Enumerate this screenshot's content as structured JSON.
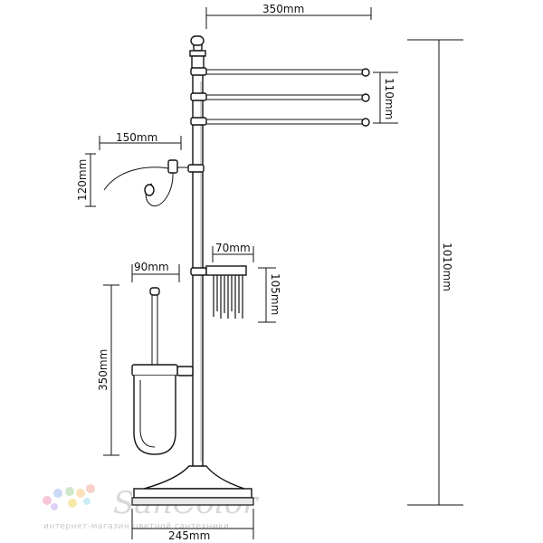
{
  "dimensions": {
    "towel_bar_length": "350mm",
    "bar_spacing": "110mm",
    "holder_width": "150mm",
    "holder_height": "120mm",
    "basket_width": "70mm",
    "basket_height": "105mm",
    "brush_width": "90mm",
    "brush_height": "350mm",
    "total_height": "1010mm",
    "base_width": "245mm"
  },
  "watermark": {
    "brand": "SanColor",
    "tagline": "интернет-магазин цветной сантехники"
  }
}
